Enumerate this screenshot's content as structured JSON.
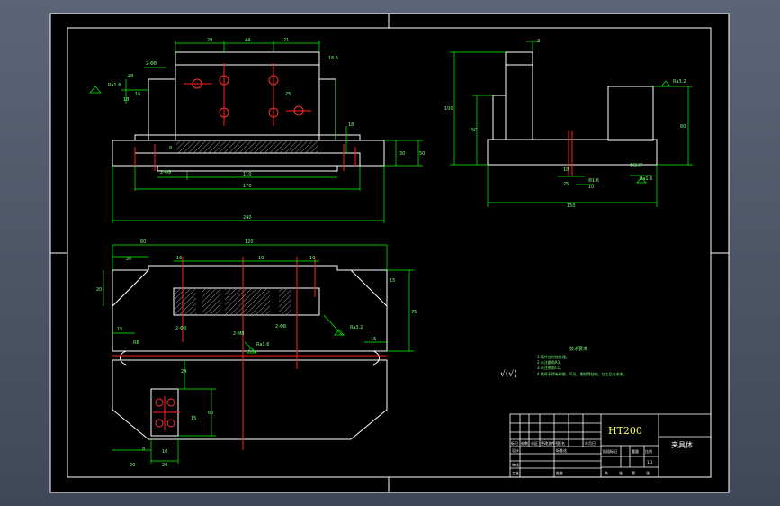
{
  "colors": {
    "background": "#000000",
    "frame": "#ffffff",
    "outline": "#ffffff",
    "dimension": "#00ff00",
    "centerline": "#ff2020",
    "material_text": "#ffff66"
  },
  "title_block": {
    "material": "HT200",
    "part_name": "夹具体",
    "scale": "1:1",
    "row_labels": [
      "标记",
      "处数",
      "分区",
      "更改文件号",
      "签名",
      "年月日"
    ],
    "designer_label": "设计",
    "standard_label": "标准化",
    "stage_label": "阶段标记",
    "weight_label": "重量",
    "scale_label": "比例",
    "sheet_labels": [
      "共",
      "张",
      "第",
      "张"
    ],
    "review_label": "审核",
    "process_label": "工艺",
    "approve_label": "批准"
  },
  "tech_requirements": {
    "title": "技术要求",
    "symbol": "√(√)",
    "lines": [
      "1.铸件应时效处理。",
      "2.未注圆角R3。",
      "3.未注倒角C1。",
      "4.铸件不得有砂眼、气孔、裂纹等缺陷，加工后去毛刺。"
    ]
  },
  "front_view": {
    "dims_top": [
      "28",
      "44",
      "21"
    ],
    "dims_left": [
      "2-Φ8",
      "48",
      "16",
      "18"
    ],
    "dims_right": [
      "16.5",
      "25",
      "18"
    ],
    "dims_bottom": [
      "2-Φ9",
      "110",
      "170",
      "240"
    ],
    "dims_side": [
      "30",
      "50",
      "8"
    ],
    "roughness": "Ra1.6"
  },
  "side_view": {
    "dims": [
      "3",
      "100",
      "50",
      "60",
      "150",
      "Φ1.6",
      "10",
      "25",
      "Φ6H7",
      "18"
    ],
    "roughness": [
      "Ra3.2",
      "Ra1.6"
    ]
  },
  "top_view": {
    "dims_top": [
      "60",
      "120",
      "26",
      "16",
      "10",
      "10"
    ],
    "dims_left": [
      "20",
      "15",
      "R6"
    ],
    "dims_right": [
      "15",
      "75",
      "15"
    ],
    "dims_mid": [
      "2-Φ8",
      "2-Φ8",
      "2-M8",
      "Ra3.2",
      "Ra1.6"
    ],
    "dims_lower": [
      "24",
      "60",
      "15",
      "8",
      "10",
      "20",
      "20"
    ]
  }
}
